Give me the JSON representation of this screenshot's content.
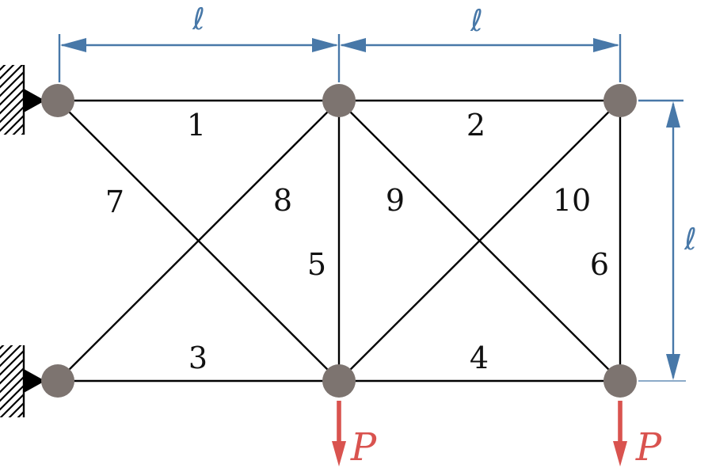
{
  "figure": {
    "kind": "truss-structural-diagram"
  },
  "colors": {
    "member": "#000000",
    "node": "#7d7470",
    "support": "#000000",
    "dimension": "#4878a8",
    "load": "#d9534f"
  },
  "member_labels": [
    "1",
    "2",
    "3",
    "4",
    "5",
    "6",
    "7",
    "8",
    "9",
    "10"
  ],
  "dimension_labels": {
    "top_left": "ℓ",
    "top_right": "ℓ",
    "right": "ℓ"
  },
  "load_labels": {
    "bottom_middle": "P",
    "bottom_right": "P"
  }
}
